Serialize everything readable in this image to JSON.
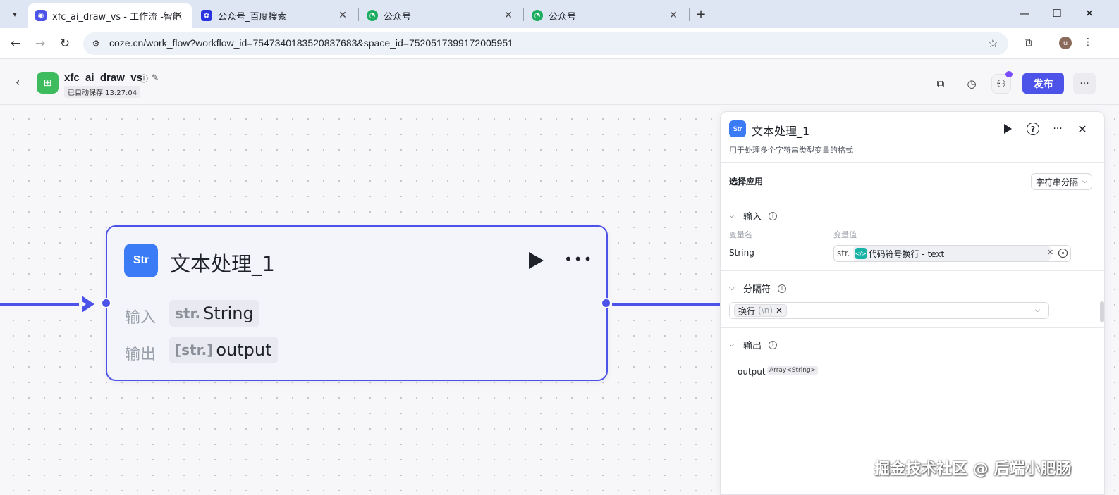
{
  "browser": {
    "tabs": [
      {
        "label": "xfc_ai_draw_vs - 工作流 -智能",
        "close": "✕",
        "active": true,
        "favicon_color": "#4d53e8"
      },
      {
        "label": "公众号_百度搜索",
        "close": "✕",
        "active": false,
        "favicon_color": "#2932e1"
      },
      {
        "label": "公众号",
        "close": "✕",
        "active": false,
        "favicon_color": "#1aad5f"
      },
      {
        "label": "公众号",
        "close": "✕",
        "active": false,
        "favicon_color": "#1aad5f"
      }
    ],
    "new_tab": "+",
    "url": "coze.cn/work_flow?workflow_id=7547340183520837683&space_id=7520517399172005951",
    "profile_initial": "u"
  },
  "app": {
    "title": "xfc_ai_draw_vs",
    "autosave": "已自动保存 13:27:04",
    "publish_label": "发布",
    "accent": "#4d53e8"
  },
  "node": {
    "title": "文本处理_1",
    "icon_text": "Str",
    "input_label": "输入",
    "input_type": "str.",
    "input_value": "String",
    "output_label": "输出",
    "output_type": "[str.]",
    "output_value": "output"
  },
  "panel": {
    "icon_text": "Str",
    "title": "文本处理_1",
    "description": "用于处理多个字符串类型变量的格式",
    "select_app_label": "选择应用",
    "select_app_value": "字符串分隔",
    "input_section": "输入",
    "col_name": "变量名",
    "col_value": "变量值",
    "variables": [
      {
        "name": "String",
        "type": "str.",
        "ref": "代码符号换行 - text"
      }
    ],
    "delimiter_section": "分隔符",
    "delimiter_chip": "换行",
    "delimiter_escape": "(\\n)",
    "output_section": "输出",
    "output_name": "output",
    "output_type": "Array<String>"
  },
  "watermark": "掘金技术社区 @ 后端小肥肠"
}
